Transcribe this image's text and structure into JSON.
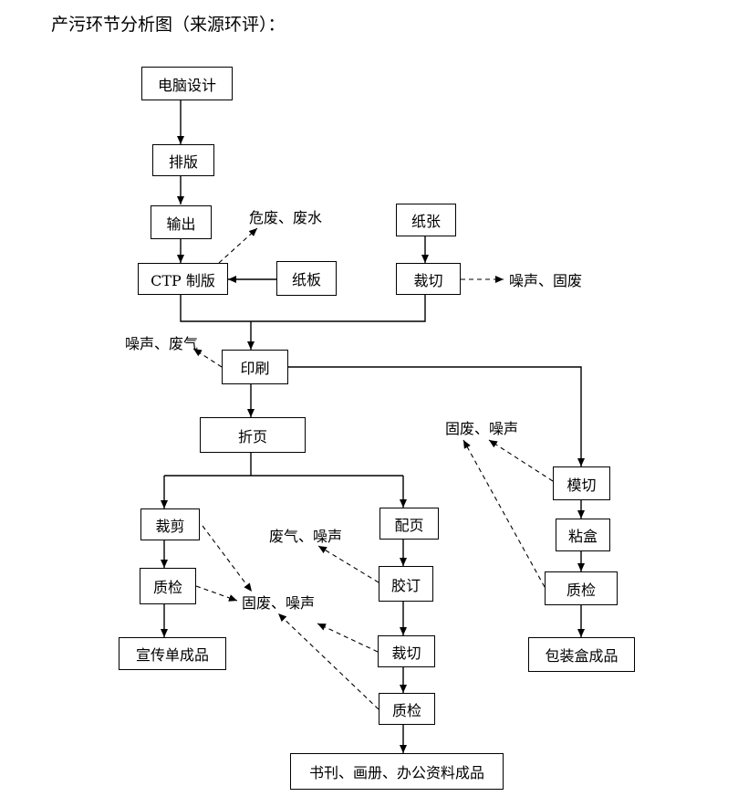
{
  "title": "产污环节分析图（来源环评）：",
  "nodes": {
    "design": "电脑设计",
    "typeset": "排版",
    "output": "输出",
    "ctp": "CTP 制版",
    "board": "纸板",
    "paper": "纸张",
    "cut1": "裁切",
    "print": "印刷",
    "fold": "折页",
    "trim": "裁剪",
    "qc1": "质检",
    "flyer": "宣传单成品",
    "collate": "配页",
    "bind": "胶订",
    "cut2": "裁切",
    "qc2": "质检",
    "books": "书刊、画册、办公资料成品",
    "diecut": "模切",
    "glue": "粘盒",
    "qc3": "质检",
    "boxes": "包装盒成品"
  },
  "pollutants": {
    "hazard_water": "危废、废水",
    "noise_solid1": "噪声、固废",
    "noise_gas": "噪声、废气",
    "gas_noise": "废气、噪声",
    "solid_noise1": "固废、噪声",
    "solid_noise2": "固废、噪声"
  }
}
